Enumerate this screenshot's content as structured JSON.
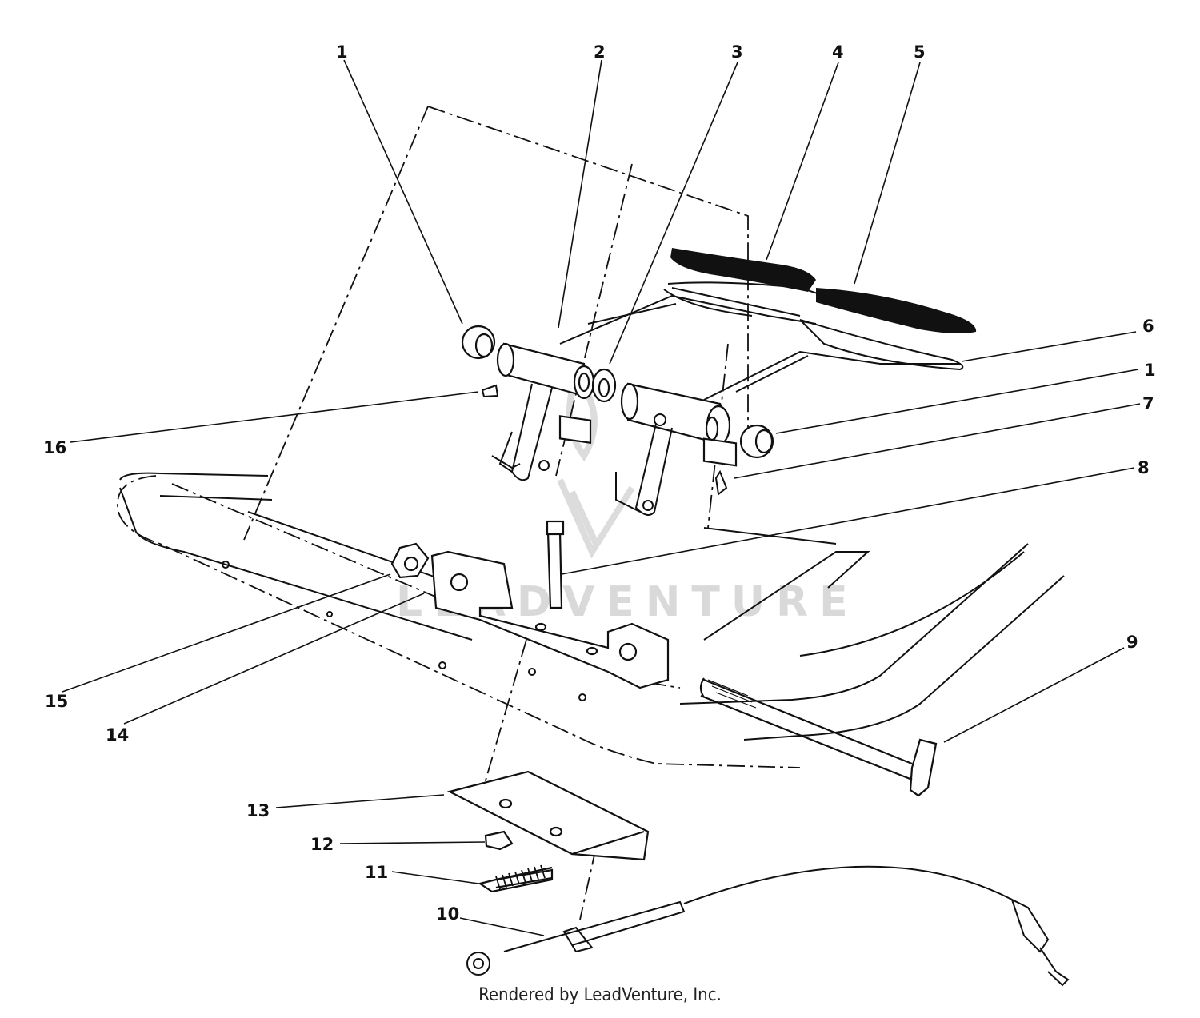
{
  "diagram": {
    "callouts": [
      "1",
      "2",
      "3",
      "4",
      "5",
      "6",
      "1",
      "7",
      "8",
      "9",
      "10",
      "11",
      "12",
      "13",
      "14",
      "15",
      "16"
    ]
  },
  "watermark": {
    "text": "LEADVENTURE"
  },
  "footer": {
    "text": "Rendered by LeadVenture, Inc."
  },
  "colors": {
    "ink": "#111111",
    "watermark": "#d9d9d9",
    "background": "#ffffff"
  }
}
